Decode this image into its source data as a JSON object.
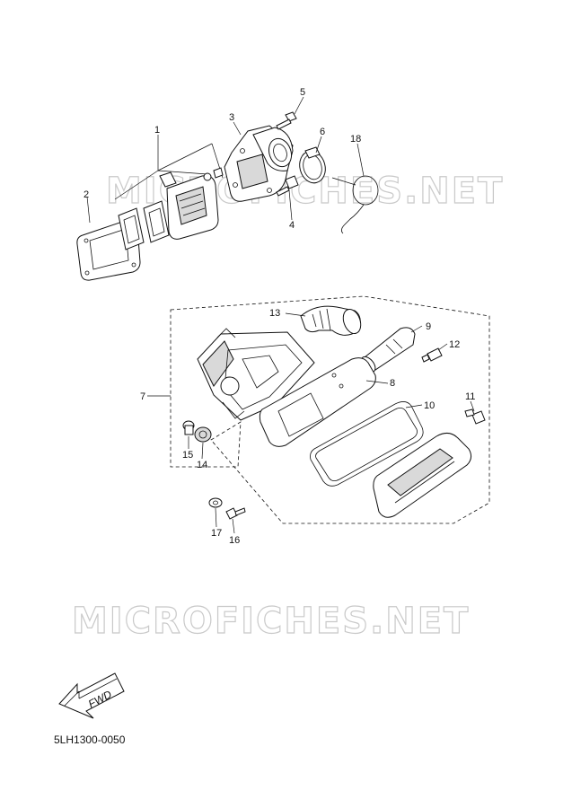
{
  "watermark": "MICROFICHES.NET",
  "figure_code": "5LH1300-0050",
  "direction_label": "FWD",
  "callouts": {
    "c1": "1",
    "c2": "2",
    "c3": "3",
    "c4": "4",
    "c5": "5",
    "c6": "6",
    "c7": "7",
    "c8": "8",
    "c9": "9",
    "c10": "10",
    "c11": "11",
    "c12": "12",
    "c13": "13",
    "c14": "14",
    "c15": "15",
    "c16": "16",
    "c17": "17",
    "c18": "18"
  }
}
